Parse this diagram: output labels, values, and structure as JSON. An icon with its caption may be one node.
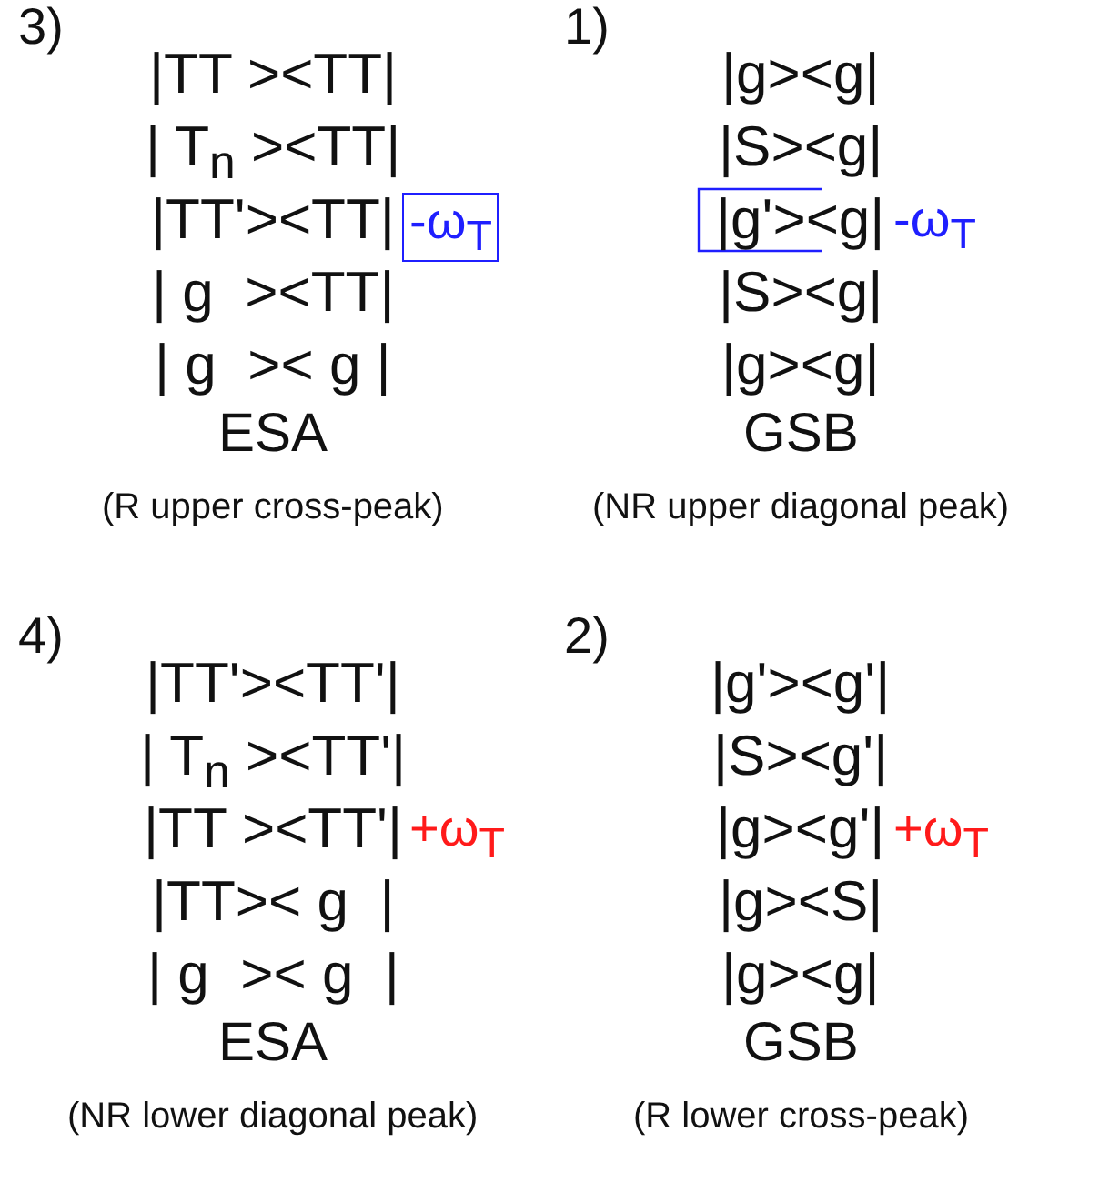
{
  "diagram": {
    "labels": [
      "3)",
      "|TT ><TT|",
      "| T$_{n}$ ><TT|",
      "|TT'><TT|",
      "-ω$_{T}$",
      "| g  ><TT|",
      "| g  >< g |",
      "ESA",
      "(R upper cross-peak)",
      "1)",
      "|g><g|",
      "|S><g|",
      "|g'><g|",
      "-ω$_{T}$",
      "|S><g|",
      "|g><g|",
      "GSB",
      "(NR upper diagonal peak)",
      "4)",
      "|TT'><TT'|",
      "| T$_{n}$ ><TT'|",
      "|TT ><TT'|",
      "+ω$_{T}$",
      "|TT>< g  |",
      "| g  >< g  |",
      "ESA",
      "(NR lower diagonal peak)",
      "2)",
      "|g'><g'|",
      "|S><g'|",
      "|g><g'|",
      "+ω$_{T}$",
      "|g><S|",
      "|g><g|",
      "GSB",
      "(R lower cross-peak)"
    ]
  }
}
